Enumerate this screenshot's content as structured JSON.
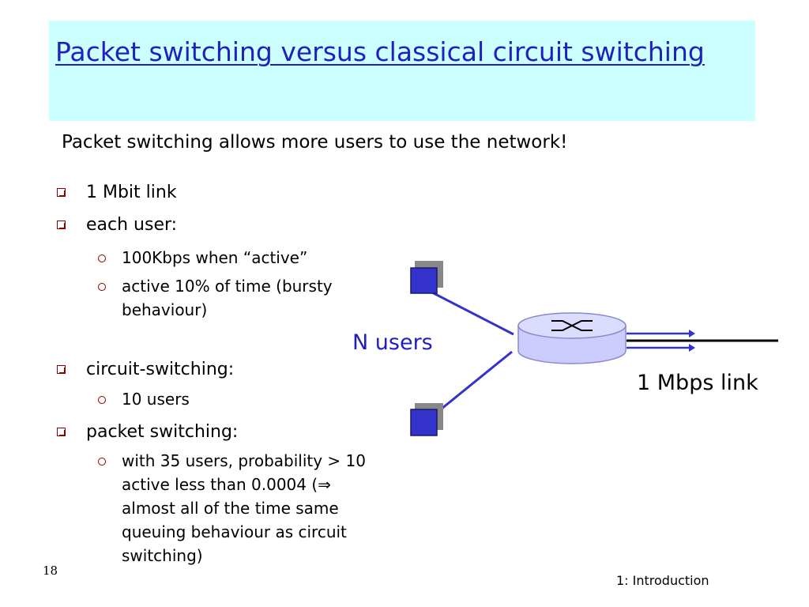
{
  "title": "Packet switching versus classical circuit switching",
  "subtitle": "Packet switching allows more users to use the network!",
  "bullets": {
    "link": "1 Mbit link",
    "each_user": "each user:",
    "each_user_items": [
      "100Kbps when “active”",
      "active 10% of time (bursty behaviour)"
    ],
    "circuit": "circuit-switching:",
    "circuit_items": [
      "10 users"
    ],
    "packet": "packet switching:",
    "packet_items": [
      "with 35 users, probability > 10 active less than 0.0004 (⇒ almost all of the time same queuing behaviour as circuit switching)"
    ]
  },
  "diagram": {
    "users_label": "N users",
    "link_label": "1 Mbps link",
    "colors": {
      "user_box": "#3333cc",
      "user_shadow": "#888888",
      "line": "#3333cc",
      "router_fill": "#ccccff",
      "router_stroke": "#8888cc"
    }
  },
  "slide_number": "18",
  "footer": "1: Introduction",
  "colors": {
    "title_bg": "#ccffff",
    "title_text": "#2020c0",
    "bullet": "#8b0000"
  }
}
